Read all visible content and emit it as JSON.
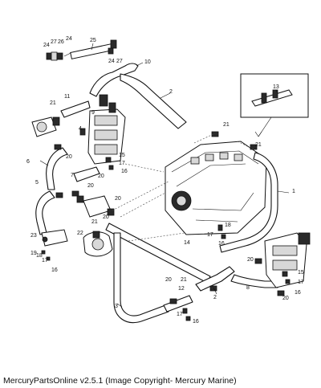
{
  "caption": "MercuryPartsOnline v2.5.1 (Image Copyright- Mercury Marine)",
  "callouts": [
    "24",
    "27",
    "26",
    "24",
    "25",
    "24",
    "27",
    "10",
    "11",
    "21",
    "9",
    "2",
    "13",
    "21",
    "21",
    "4",
    "20",
    "6",
    "15",
    "17",
    "16",
    "7",
    "20",
    "5",
    "20",
    "20",
    "1",
    "20",
    "21",
    "22",
    "18",
    "17",
    "16",
    "14",
    "23",
    "19",
    "18",
    "17",
    "16",
    "20",
    "12",
    "21",
    "20",
    "2",
    "8",
    "15",
    "17",
    "20",
    "16",
    "3",
    "17",
    "16"
  ]
}
